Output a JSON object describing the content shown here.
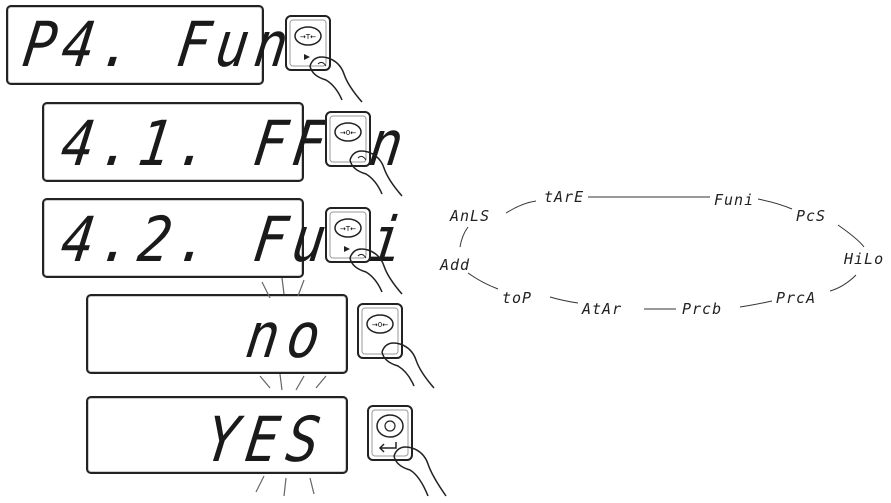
{
  "steps": [
    {
      "display": "P4. Func",
      "key": "→T←"
    },
    {
      "display": "4.1. FFun",
      "key": "→0←"
    },
    {
      "display": "4.2. Funi",
      "key": "→T←"
    },
    {
      "display": "no",
      "key": "→0←"
    },
    {
      "display": "YES",
      "key": "⏎"
    }
  ],
  "wheel": {
    "labels": [
      "tArE",
      "Funi",
      "PcS",
      "HiLo",
      "PrcA",
      "Prcb",
      "AtAr",
      "toP",
      "Add",
      "AnLS"
    ]
  },
  "colors": {
    "line": "#222222",
    "background": "#ffffff"
  },
  "icons": {
    "press": "finger-press-icon",
    "blink": "blink-rays-icon",
    "enter": "enter-arrow-icon"
  }
}
